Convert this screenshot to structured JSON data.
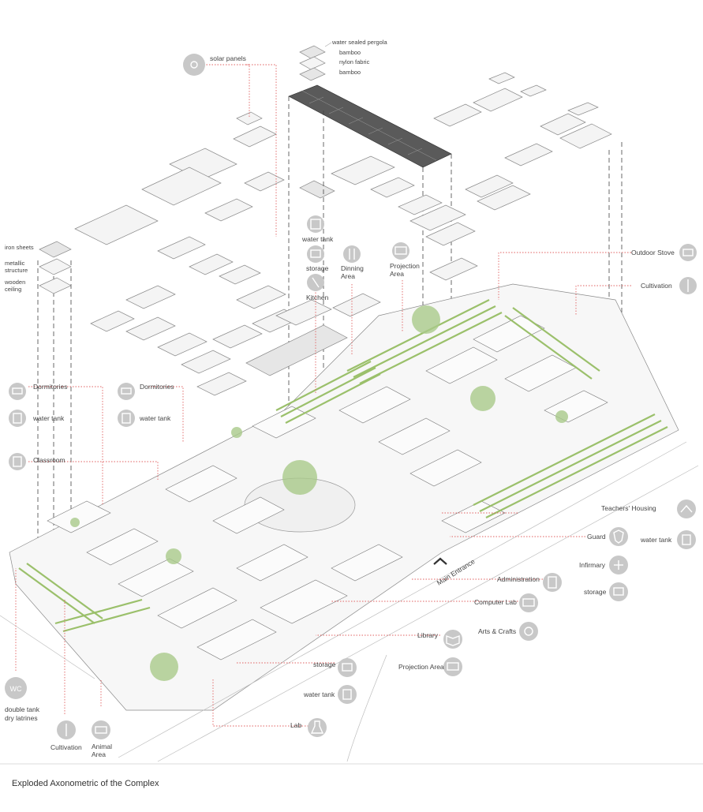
{
  "caption": "Exploded Axonometric of the Complex",
  "layers": {
    "pergola": "water sealed pergola",
    "bamboo_top": "bamboo",
    "nylon": "nylon fabric",
    "bamboo_bottom": "bamboo",
    "solar": "solar panels",
    "iron": "iron sheets",
    "metallic_1": "metallic",
    "metallic_2": "structure",
    "wooden_1": "wooden",
    "wooden_2": "ceiling"
  },
  "labels": {
    "water_tank_top": "water tank",
    "storage_top": "storage",
    "kitchen": "Kitchen",
    "dining_1": "Dinning",
    "dining_2": "Area",
    "projection_1": "Projection",
    "projection_2": "Area",
    "outdoor_stove": "Outdoor Stove",
    "cultivation_right": "Cultivation",
    "dorm_left": "Dormitories",
    "water_tank_left": "water tank",
    "dorm_mid": "Dormitories",
    "water_tank_mid": "water tank",
    "classroom": "Classroom",
    "teachers_housing": "Teachers' Housing",
    "guard": "Guard",
    "water_tank_right": "water tank",
    "infirmary": "Infirmary",
    "storage_right": "storage",
    "main_entrance": "Main Entrance",
    "administration": "Administration",
    "computer_lab": "Computer Lab",
    "arts_crafts": "Arts & Crafts",
    "library": "Library",
    "storage_bottom": "storage",
    "projection_area": "Projection Area",
    "water_tank_bottom": "water tank",
    "lab": "Lab",
    "wc": "WC",
    "latrines_1": "double tank",
    "latrines_2": "dry latrines",
    "cultivation_bottom": "Cultivation",
    "animal_1": "Animal",
    "animal_2": "Area"
  },
  "icons": {
    "solar": "solar-panel-icon",
    "water_tank": "water-tank-icon",
    "storage": "storage-icon",
    "dining": "cutlery-icon",
    "projection": "projector-icon",
    "stove": "stove-icon",
    "cultivation": "wheat-icon",
    "dormitory": "bed-icon",
    "classroom": "book-icon",
    "teachers_housing": "house-icon",
    "guard": "shield-icon",
    "infirmary": "first-aid-icon",
    "administration": "filing-cabinet-icon",
    "computer_lab": "monitor-icon",
    "arts_crafts": "palette-icon",
    "library": "open-book-icon",
    "lab": "flask-icon",
    "animal": "cow-icon"
  },
  "colors": {
    "leader": "#e06060",
    "icon_circle": "#c8c8c8",
    "vegetation": "#9bc06b",
    "solar_panel": "#5a5a5a"
  }
}
